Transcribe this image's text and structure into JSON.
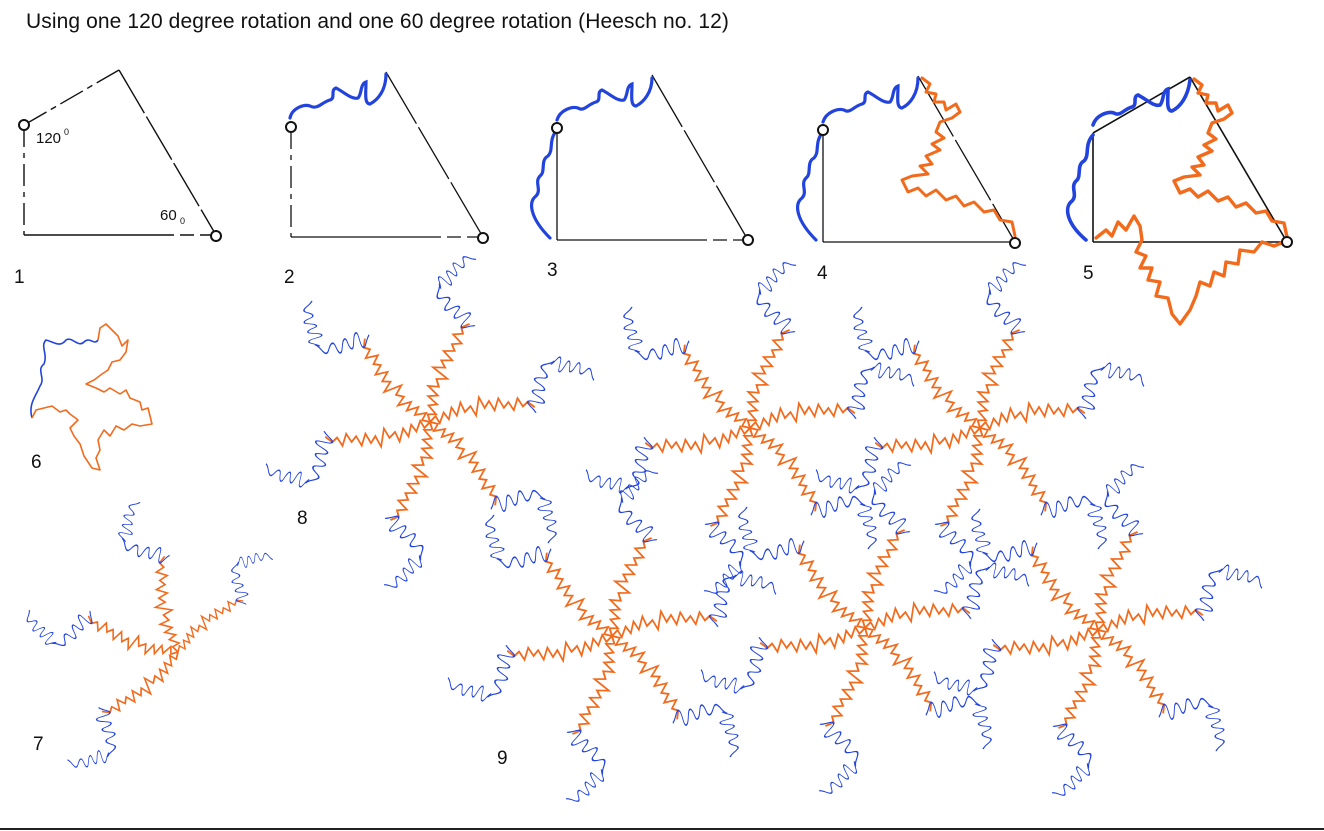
{
  "title": "Using one 120 degree rotation and one 60 degree rotation  (Heesch no. 12)",
  "angle_labels": {
    "a120": "120",
    "a120_sup": "0",
    "a60": "60",
    "a60_sub": "0"
  },
  "steps": [
    "1",
    "2",
    "3",
    "4",
    "5",
    "6",
    "7",
    "8",
    "9"
  ],
  "colors": {
    "blue": "#2244dd",
    "orange": "#f26b1d",
    "line": "#111111"
  }
}
